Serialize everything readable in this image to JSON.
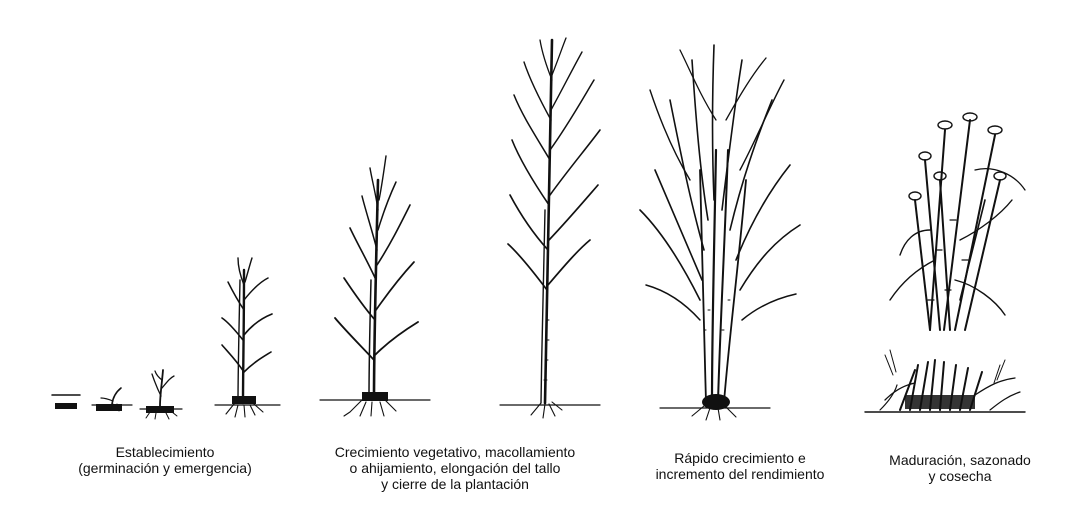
{
  "stages": [
    {
      "caption_lines": [
        "Establecimiento",
        "(germinación y emergencia)"
      ]
    },
    {
      "caption_lines": [
        "Crecimiento vegetativo, macollamiento",
        "o ahijamiento, elongación del tallo",
        "y cierre de la plantación"
      ]
    },
    {
      "caption_lines": [
        "Rápido crecimiento e",
        "incremento del rendimiento"
      ]
    },
    {
      "caption_lines": [
        "Maduración, sazonado",
        "y cosecha"
      ]
    }
  ],
  "colors": {
    "ink": "#111111",
    "background": "#ffffff"
  }
}
